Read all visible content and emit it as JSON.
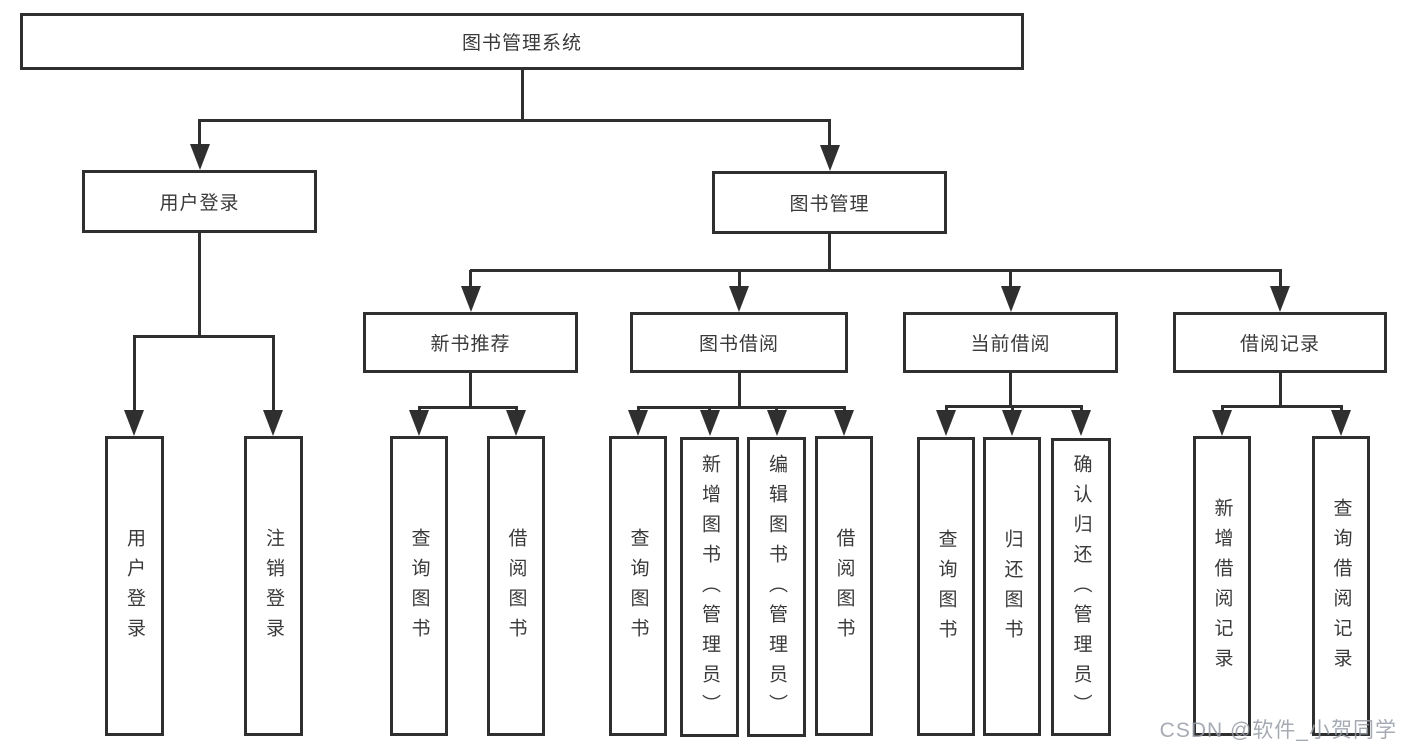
{
  "diagram": {
    "title_node": {
      "label": "图书管理系统"
    },
    "level2": [
      {
        "label": "用户登录"
      },
      {
        "label": "图书管理"
      }
    ],
    "level3": [
      {
        "label": "新书推荐"
      },
      {
        "label": "图书借阅"
      },
      {
        "label": "当前借阅"
      },
      {
        "label": "借阅记录"
      }
    ],
    "leaves": [
      {
        "parent": "用户登录",
        "label": "用户登录"
      },
      {
        "parent": "用户登录",
        "label": "注销登录"
      },
      {
        "parent": "新书推荐",
        "label": "查询图书"
      },
      {
        "parent": "新书推荐",
        "label": "借阅图书"
      },
      {
        "parent": "图书借阅",
        "label": "查询图书"
      },
      {
        "parent": "图书借阅",
        "label": "新增图书（管理员）"
      },
      {
        "parent": "图书借阅",
        "label": "编辑图书（管理员）"
      },
      {
        "parent": "图书借阅",
        "label": "借阅图书"
      },
      {
        "parent": "当前借阅",
        "label": "查询图书"
      },
      {
        "parent": "当前借阅",
        "label": "归还图书"
      },
      {
        "parent": "当前借阅",
        "label": "确认归还（管理员）"
      },
      {
        "parent": "借阅记录",
        "label": "新增借阅记录"
      },
      {
        "parent": "借阅记录",
        "label": "查询借阅记录"
      }
    ],
    "colors": {
      "line": "#2f2f2f",
      "text": "#3a3a3a",
      "background": "#ffffff"
    }
  },
  "watermark": {
    "text": "CSDN @软件_小贺同学"
  }
}
